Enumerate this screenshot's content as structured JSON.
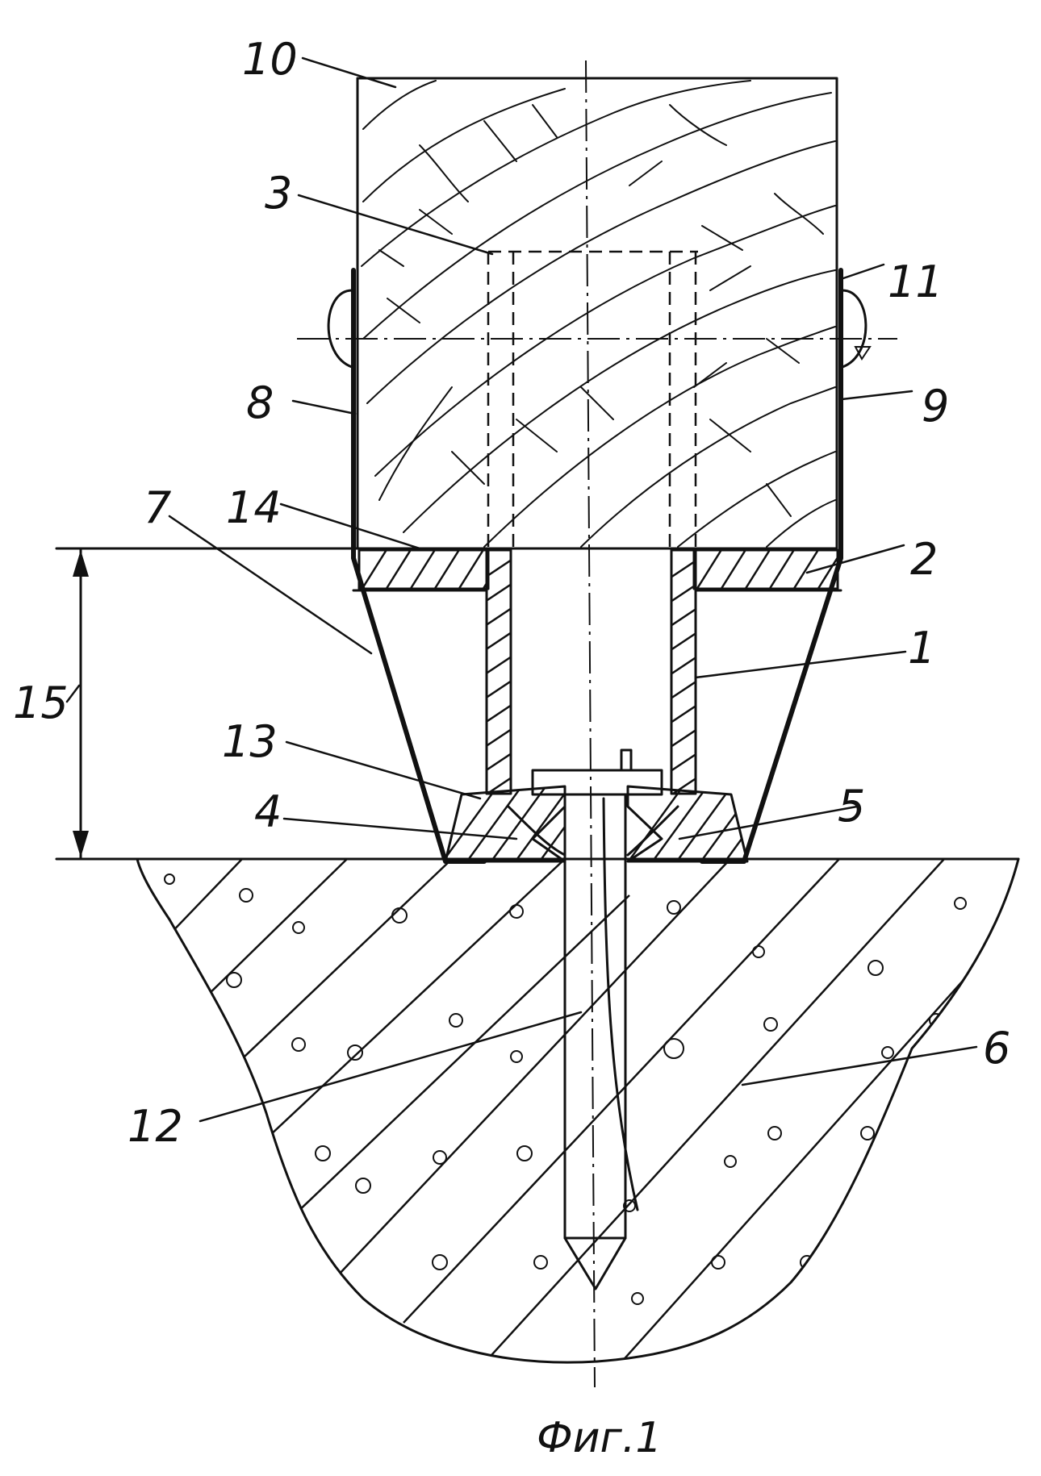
{
  "figure": {
    "caption": "Фиг.1",
    "labels": {
      "l1": "1",
      "l2": "2",
      "l3": "3",
      "l4": "4",
      "l5": "5",
      "l6": "6",
      "l7": "7",
      "l8": "8",
      "l9": "9",
      "l10": "10",
      "l11": "11",
      "l12": "12",
      "l13": "13",
      "l14": "14",
      "l15": "15"
    }
  }
}
